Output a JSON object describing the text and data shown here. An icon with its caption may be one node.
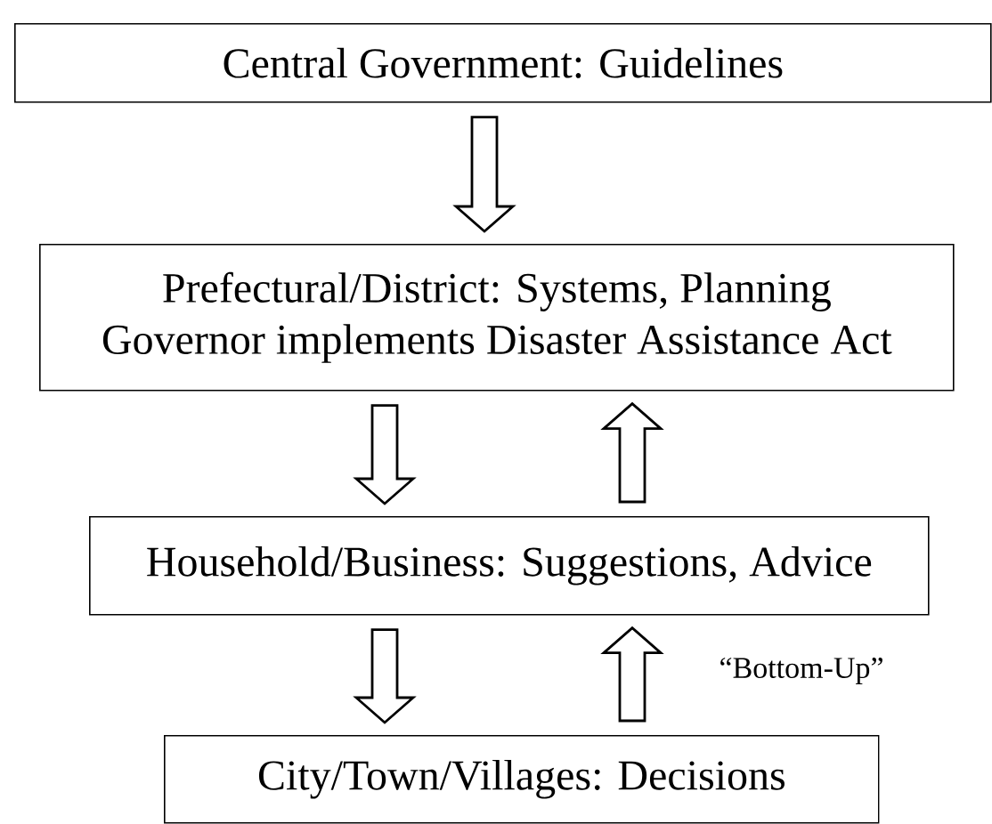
{
  "diagram": {
    "nodes": [
      {
        "text": [
          "Central Government: Guidelines"
        ]
      },
      {
        "text": [
          "Prefectural/District: Systems, Planning",
          "Governor implements Disaster Assistance Act"
        ]
      },
      {
        "text": [
          "Household/Business: Suggestions, Advice"
        ]
      },
      {
        "text": [
          "City/Town/Villages: Decisions"
        ]
      }
    ],
    "edges": [
      {
        "from": 0,
        "to": 1,
        "arrow": "to"
      },
      {
        "from": 1,
        "to": 2,
        "arrow": "to"
      },
      {
        "from": 2,
        "to": 1,
        "arrow": "to"
      },
      {
        "from": 2,
        "to": 3,
        "arrow": "to"
      },
      {
        "from": 3,
        "to": 2,
        "arrow": "to",
        "label": "“Bottom-Up”"
      }
    ]
  }
}
